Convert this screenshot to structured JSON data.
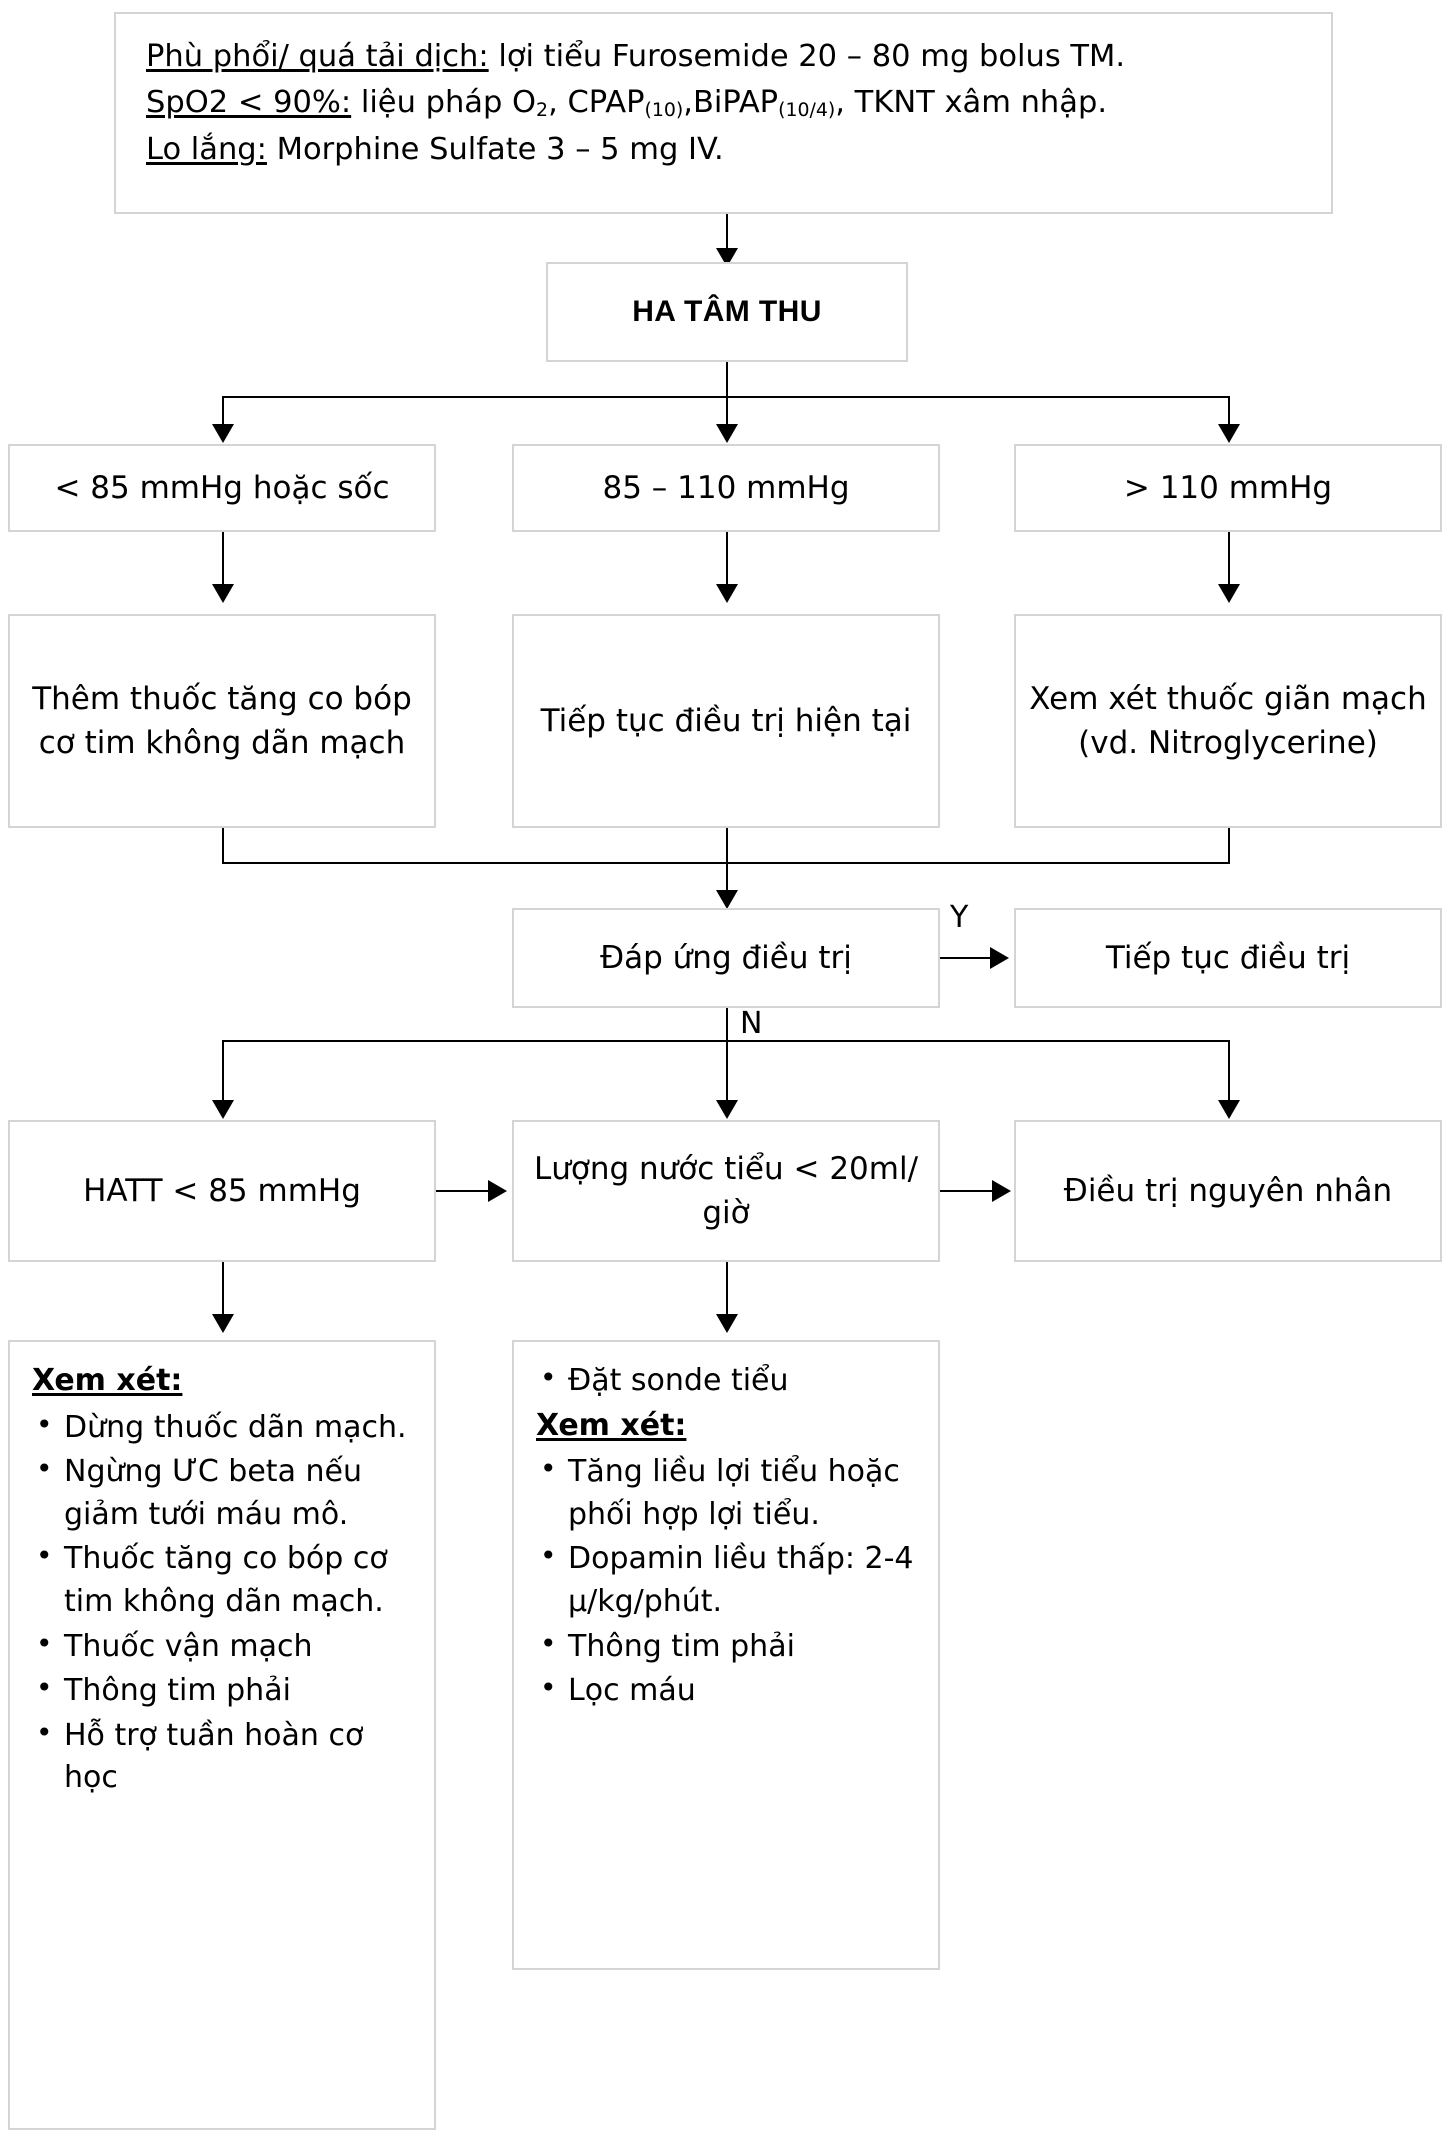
{
  "top_info": {
    "lines": [
      {
        "label": "Phù phổi/ quá tải dịch:",
        "text": " lợi tiểu Furosemide 20 – 80 mg bolus TM."
      },
      {
        "label": "SpO2 < 90%:",
        "text_parts": [
          "liệu pháp O",
          "2",
          ", CPAP",
          "(10)",
          ",BiPAP",
          "(10/4)",
          ", TKNT xâm nhập."
        ]
      },
      {
        "label": "Lo lắng:",
        "text": " Morphine Sulfate 3 – 5 mg IV."
      }
    ],
    "line1_label": "Phù phổi/ quá tải dịch:",
    "line1_rest": " lợi tiểu Furosemide 20 – 80 mg bolus TM.",
    "line2_label": "SpO2 < 90%:",
    "line2_a": " liệu pháp O",
    "line2_sub1": "2",
    "line2_b": ", CPAP",
    "line2_sub2": "(10)",
    "line2_c": ",BiPAP",
    "line2_sub3": "(10/4)",
    "line2_d": ", TKNT xâm nhập.",
    "line3_label": "Lo lắng:",
    "line3_rest": " Morphine Sulfate 3 – 5 mg IV."
  },
  "root": {
    "title": "HA TÂM THU"
  },
  "bp_branches": [
    {
      "id": "low",
      "label": "< 85 mmHg hoặc sốc"
    },
    {
      "id": "mid",
      "label": "85 – 110 mmHg"
    },
    {
      "id": "high",
      "label": "> 110 mmHg"
    }
  ],
  "treatments": [
    {
      "id": "low",
      "label": "Thêm thuốc tăng co bóp cơ tim không dãn mạch"
    },
    {
      "id": "mid",
      "label": "Tiếp tục điều trị hiện tại"
    },
    {
      "id": "high",
      "label": "Xem xét thuốc giãn mạch (vd. Nitroglycerine)"
    }
  ],
  "decision": {
    "label": "Đáp ứng điều trị",
    "yes_label": "Y",
    "no_label": "N",
    "yes_target": "Tiếp tục điều trị"
  },
  "second_row": [
    {
      "id": "hatt",
      "label": "HATT < 85 mmHg"
    },
    {
      "id": "urine",
      "label": "Lượng nước tiểu < 20ml/ giờ"
    },
    {
      "id": "cause",
      "label": "Điều trị nguyên nhân"
    }
  ],
  "detail_left": {
    "heading": "Xem xét:",
    "items": [
      "Dừng thuốc dãn mạch.",
      "Ngừng ƯC beta nếu giảm tưới máu mô.",
      "Thuốc tăng co bóp cơ tim không dãn mạch.",
      "Thuốc vận mạch",
      "Thông tim phải",
      "Hỗ trợ tuần hoàn cơ học"
    ]
  },
  "detail_middle": {
    "first_item": "Đặt sonde tiểu",
    "heading": "Xem xét:",
    "items": [
      "Tăng liều lợi tiểu hoặc phối hợp lợi tiểu.",
      "Dopamin liều thấp: 2-4 µ/kg/phút.",
      "Thông tim phải",
      "Lọc máu"
    ]
  },
  "colors": {
    "box_border": "#d4d4d4",
    "connector": "#000000",
    "text": "#000000",
    "background": "#ffffff"
  }
}
